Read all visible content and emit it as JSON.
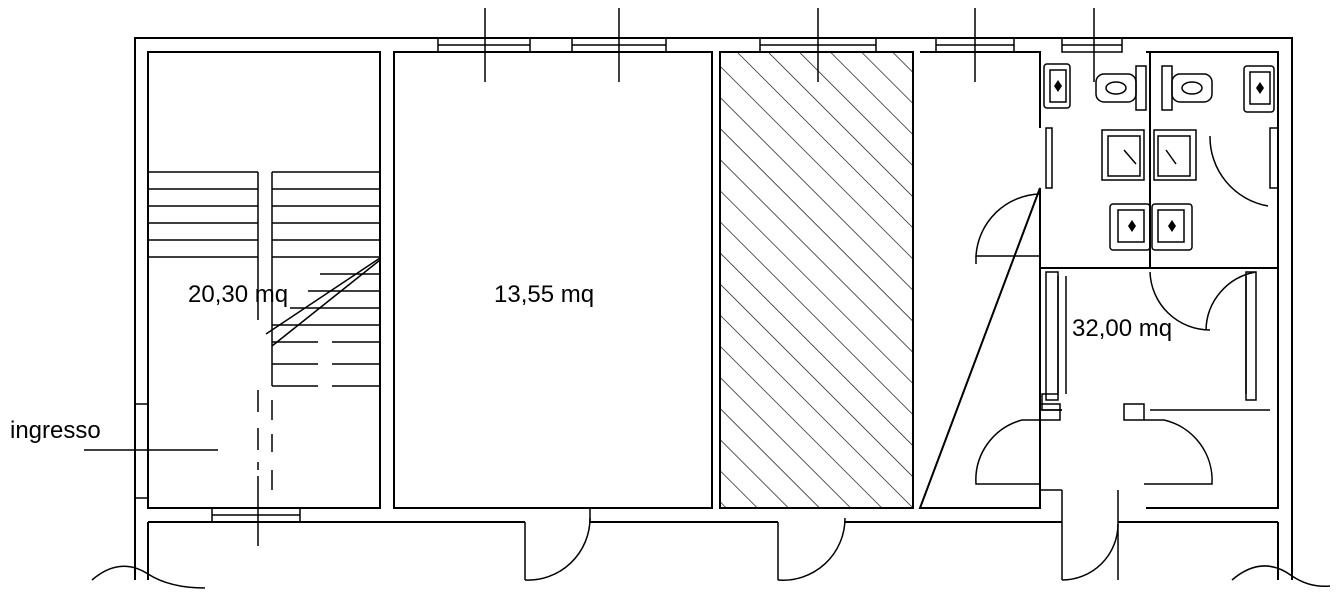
{
  "labels": {
    "stair_area": "20,30 mq",
    "room_area": "13,55 mq",
    "service_area": "32,00 mq",
    "entrance": "ingresso"
  }
}
